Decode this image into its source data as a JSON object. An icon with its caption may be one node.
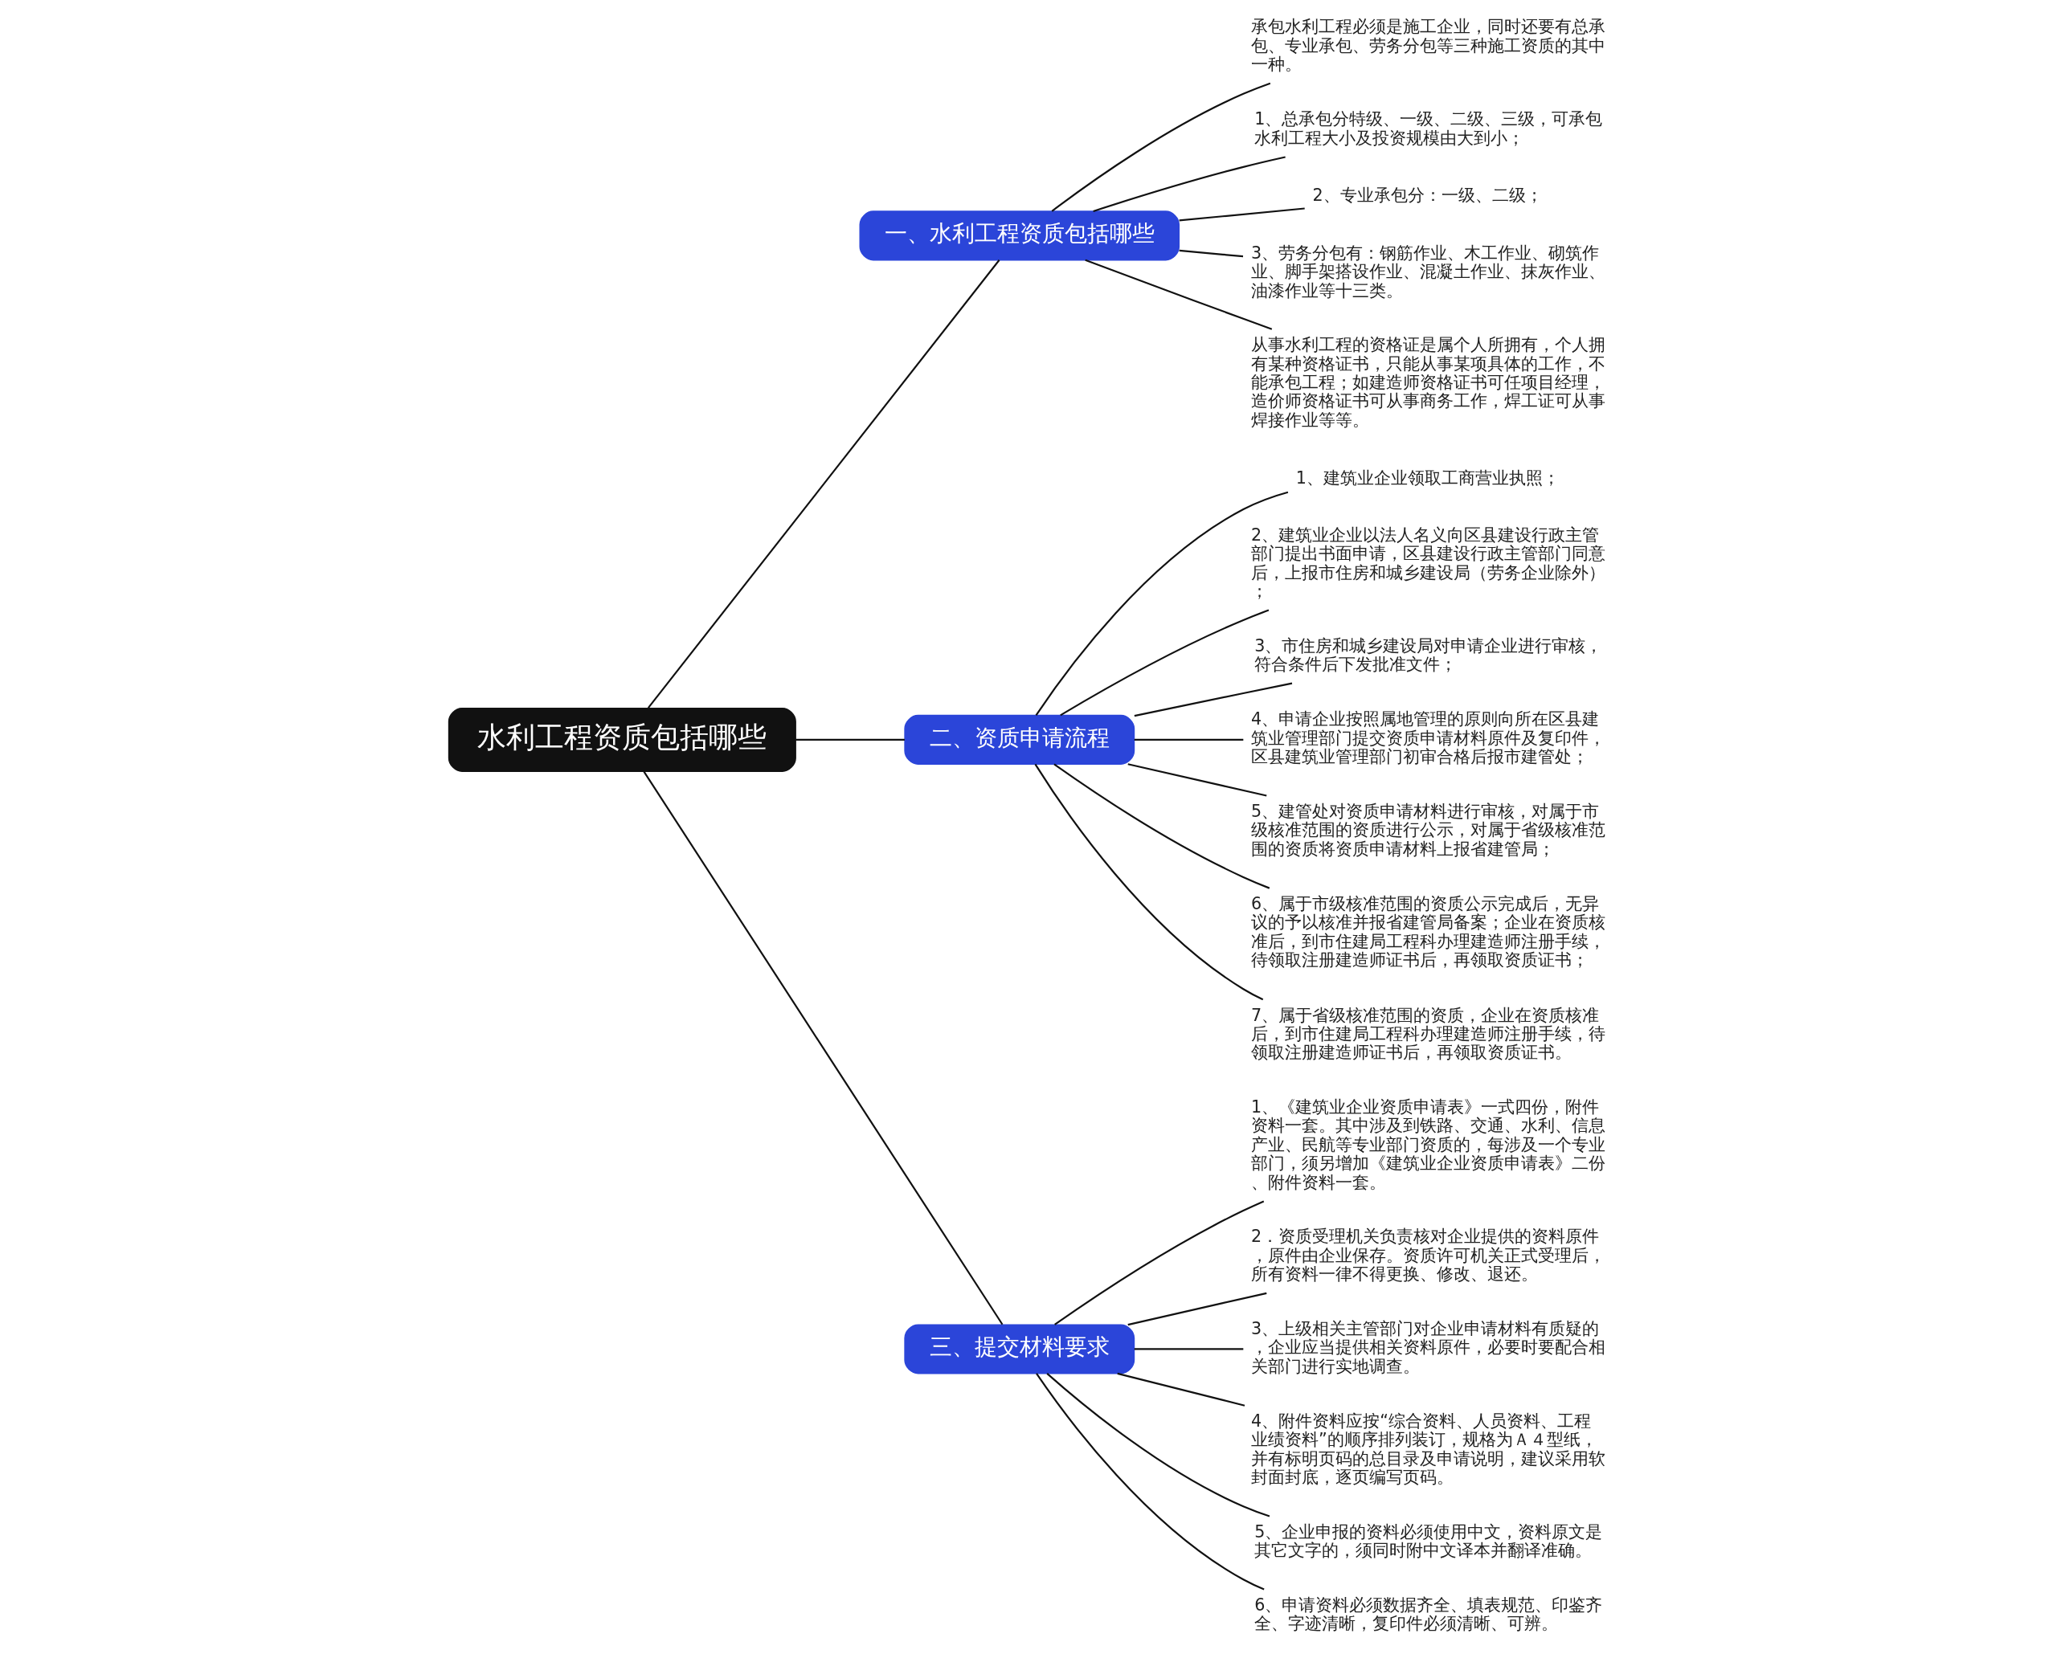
{
  "diagram": {
    "nodes": [
      {
        "text": [
          "水利工程资质包括哪些"
        ]
      },
      {
        "text": [
          "一、水利工程资质包括哪些"
        ]
      },
      {
        "text": [
          "承包水利工程必须是施工企业，同时还要有总承包、专业承包、劳务分包等三种施工资质的其中一种。"
        ]
      },
      {
        "text": [
          "1、总承包分特级、一级、二级、三级，可承包水利工程大小及投资规模由大到小；"
        ]
      },
      {
        "text": [
          "2、专业承包分：一级、二级；"
        ]
      },
      {
        "text": [
          "3、劳务分包有：钢筋作业、木工作业、砌筑作业、脚手架搭设作业、混凝土作业、抹灰作业、油漆作业等十三类。"
        ]
      },
      {
        "text": [
          "从事水利工程的资格证是属个人所拥有，个人拥有某种资格证书，只能从事某项具体的工作，不能承包工程；如建造师资格证书可任项目经理，造价师资格证书可从事商务工作，焊工证可从事焊接作业等等。"
        ]
      },
      {
        "text": [
          "二、资质申请流程"
        ]
      },
      {
        "text": [
          "1、建筑业企业领取工商营业执照；"
        ]
      },
      {
        "text": [
          "2、建筑业企业以法人名义向区县建设行政主管部门提出书面申请，区县建设行政主管部门同意后，上报市住房和城乡建设局（劳务企业除外）；"
        ]
      },
      {
        "text": [
          "3、市住房和城乡建设局对申请企业进行审核，符合条件后下发批准文件；"
        ]
      },
      {
        "text": [
          "4、申请企业按照属地管理的原则向所在区县建筑业管理部门提交资质申请材料原件及复印件，区县建筑业管理部门初审合格后报市建管处；"
        ]
      },
      {
        "text": [
          "5、建管处对资质申请材料进行审核，对属于市级核准范围的资质进行公示，对属于省级核准范围的资质将资质申请材料上报省建管局；"
        ]
      },
      {
        "text": [
          "6、属于市级核准范围的资质公示完成后，无异议的予以核准并报省建管局备案；企业在资质核准后，到市住建局工程科办理建造师注册手续，待领取注册建造师证书后，再领取资质证书；"
        ]
      },
      {
        "text": [
          "7、属于省级核准范围的资质，企业在资质核准后，到市住建局工程科办理建造师注册手续，待领取注册建造师证书后，再领取资质证书。"
        ]
      },
      {
        "text": [
          "三、提交材料要求"
        ]
      },
      {
        "text": [
          "1、《建筑业企业资质申请表》一式四份，附件资料一套。其中涉及到铁路、交通、水利、信息产业、民航等专业部门资质的，每涉及一个专业部门，须另增加《建筑业企业资质申请表》二份、附件资料一套。"
        ]
      },
      {
        "text": [
          "2．资质受理机关负责核对企业提供的资料原件，原件由企业保存。资质许可机关正式受理后，所有资料一律不得更换、修改、退还。"
        ]
      },
      {
        "text": [
          "3、上级相关主管部门对企业申请材料有质疑的，企业应当提供相关资料原件，必要时要配合相关部门进行实地调查。"
        ]
      },
      {
        "text": [
          "4、附件资料应按“综合资料、人员资料、工程业绩资料”的顺序排列装订，规格为Ａ４型纸，并有标明页码的总目录及申请说明，建议采用软封面封底，逐页编写页码。"
        ]
      },
      {
        "text": [
          "5、企业申报的资料必须使用中文，资料原文是其它文字的，须同时附中文译本并翻译准确。"
        ]
      },
      {
        "text": [
          "6、申请资料必须数据齐全、填表规范、印鉴齐全、字迹清晰，复印件必须清晰、可辨。"
        ]
      }
    ],
    "edges": [
      {
        "from": 0,
        "to": 1,
        "arrow": "none"
      },
      {
        "from": 1,
        "to": 2,
        "arrow": "none"
      },
      {
        "from": 1,
        "to": 3,
        "arrow": "none"
      },
      {
        "from": 1,
        "to": 4,
        "arrow": "none"
      },
      {
        "from": 1,
        "to": 5,
        "arrow": "none"
      },
      {
        "from": 1,
        "to": 6,
        "arrow": "none"
      },
      {
        "from": 0,
        "to": 7,
        "arrow": "none"
      },
      {
        "from": 7,
        "to": 8,
        "arrow": "none"
      },
      {
        "from": 7,
        "to": 9,
        "arrow": "none"
      },
      {
        "from": 7,
        "to": 10,
        "arrow": "none"
      },
      {
        "from": 7,
        "to": 11,
        "arrow": "none"
      },
      {
        "from": 7,
        "to": 12,
        "arrow": "none"
      },
      {
        "from": 7,
        "to": 13,
        "arrow": "none"
      },
      {
        "from": 7,
        "to": 14,
        "arrow": "none"
      },
      {
        "from": 0,
        "to": 15,
        "arrow": "none"
      },
      {
        "from": 15,
        "to": 16,
        "arrow": "none"
      },
      {
        "from": 15,
        "to": 17,
        "arrow": "none"
      },
      {
        "from": 15,
        "to": 18,
        "arrow": "none"
      },
      {
        "from": 15,
        "to": 19,
        "arrow": "none"
      },
      {
        "from": 15,
        "to": 20,
        "arrow": "none"
      },
      {
        "from": 15,
        "to": 21,
        "arrow": "none"
      }
    ]
  }
}
